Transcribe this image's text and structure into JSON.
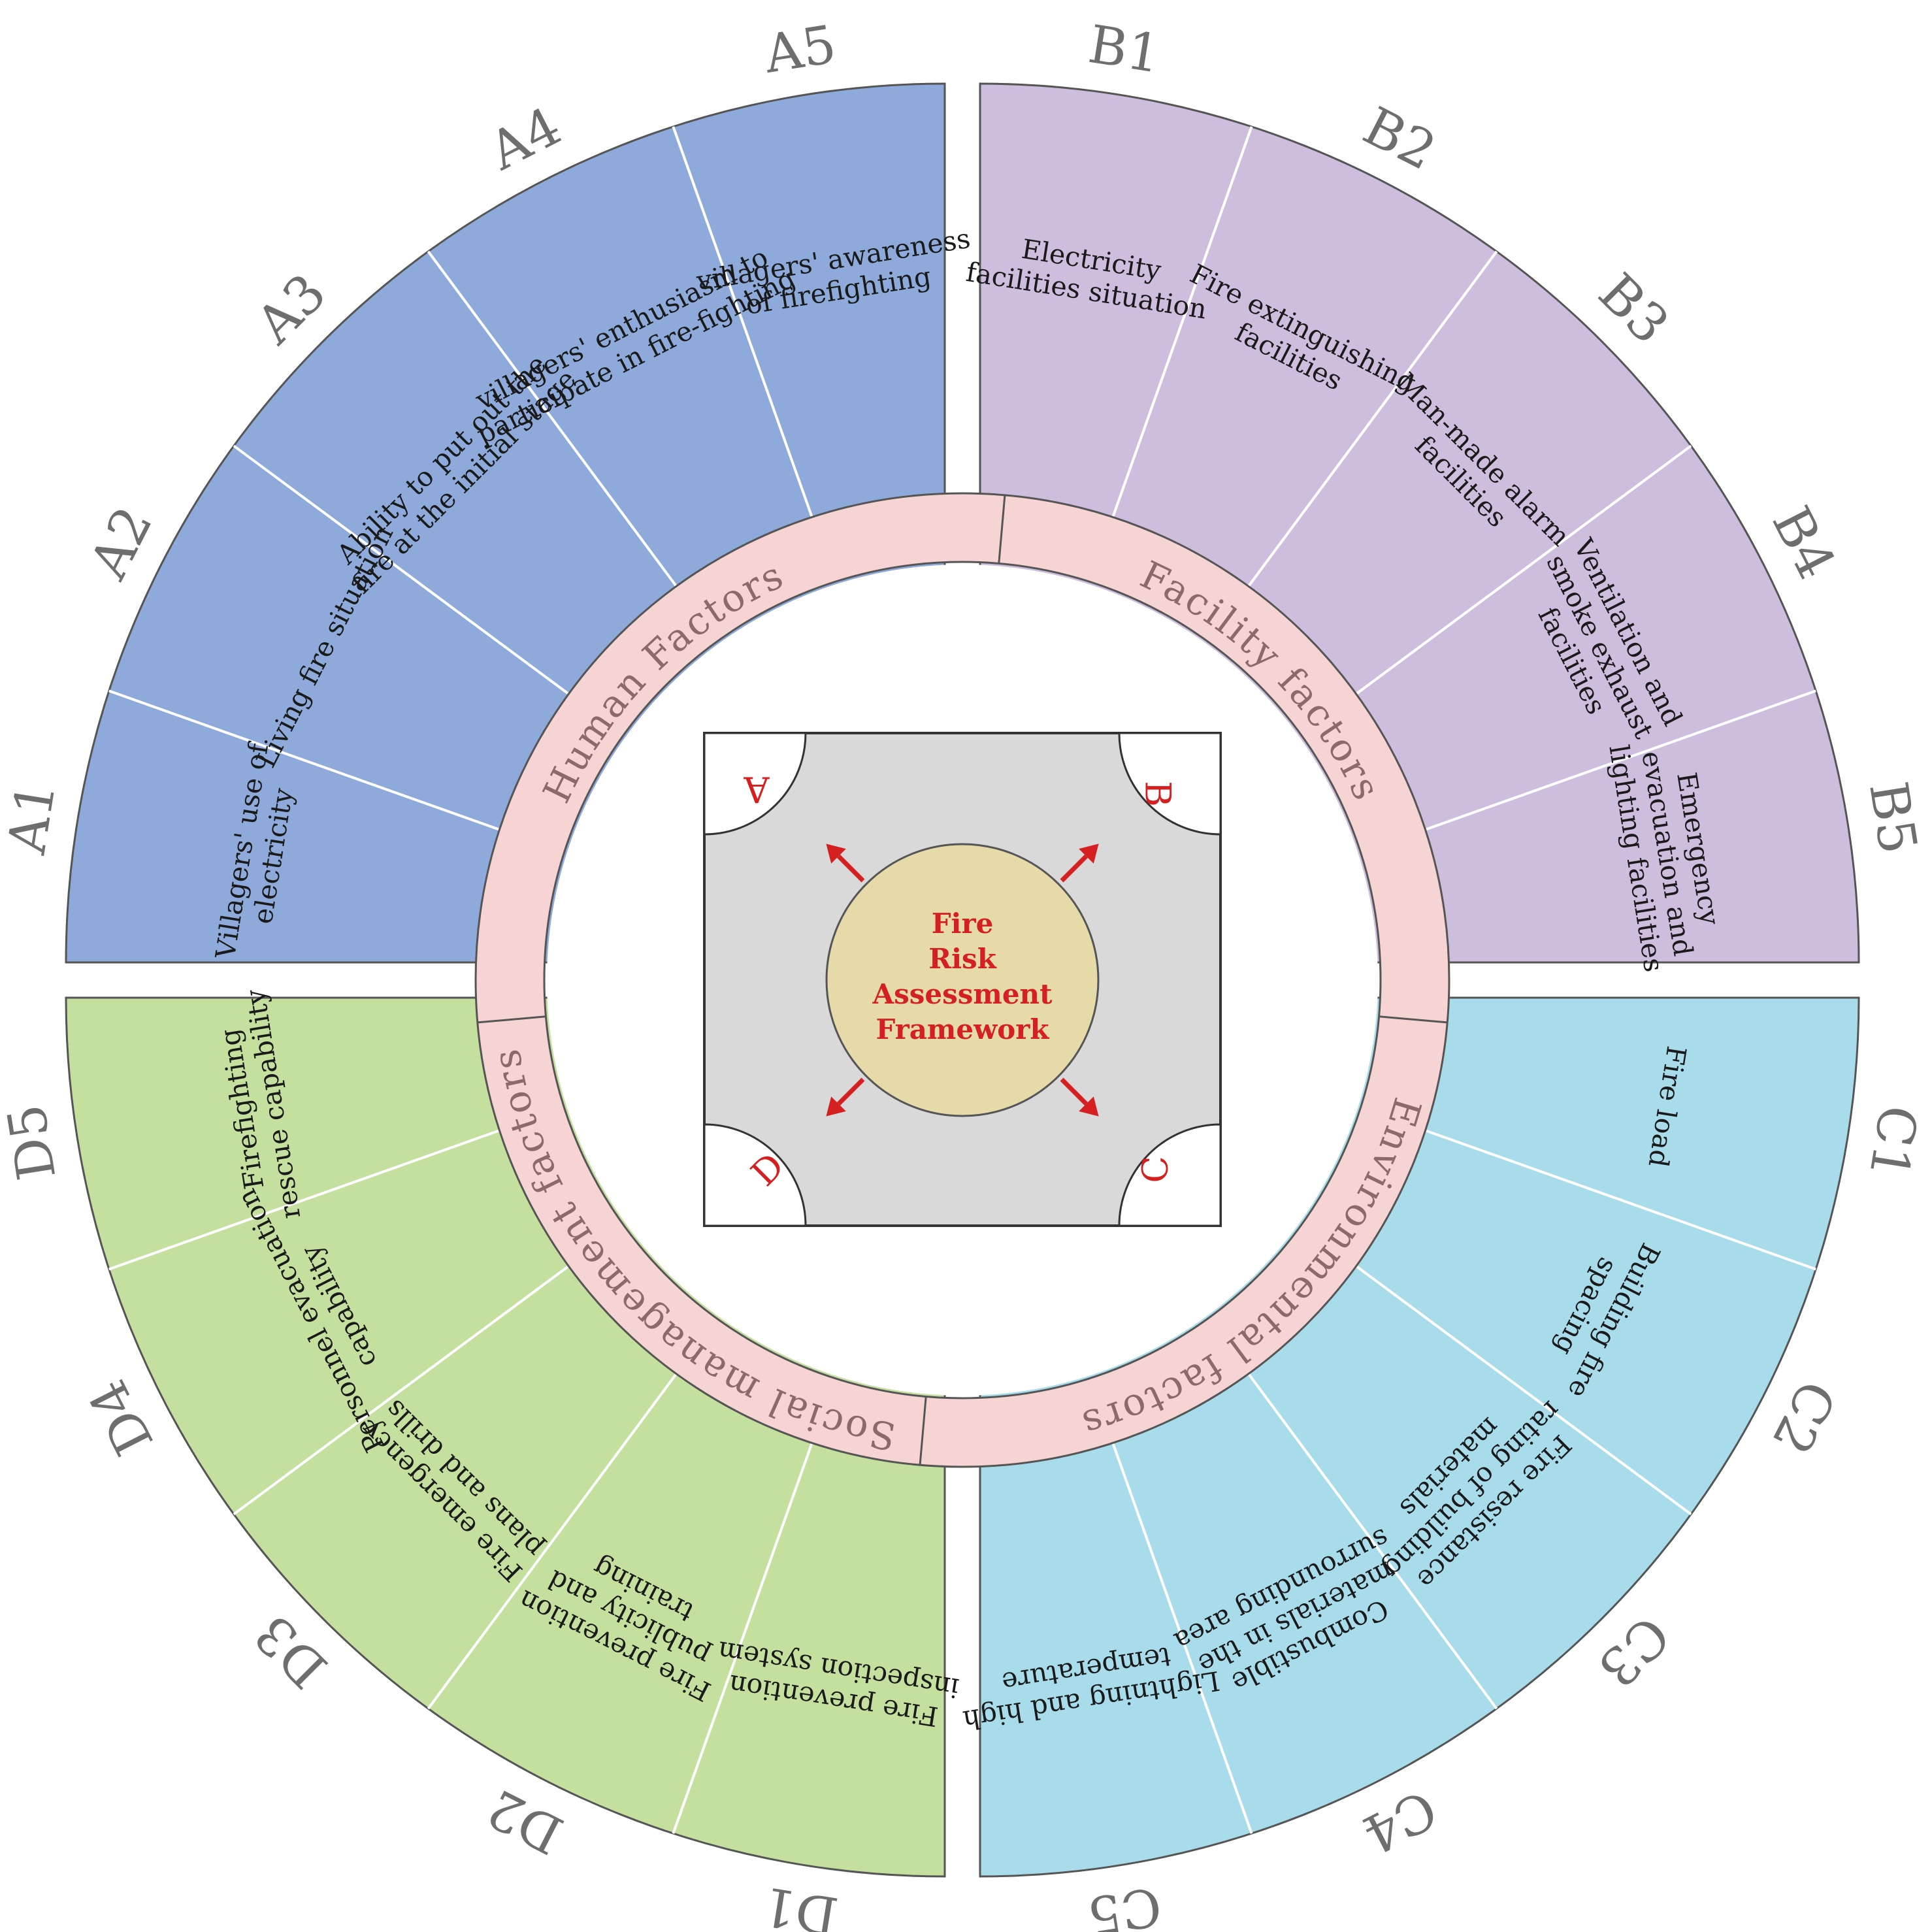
{
  "center": {
    "lines": [
      "Fire",
      "Risk",
      "Assessment",
      "Framework"
    ]
  },
  "categories": [
    {
      "id": "A",
      "label": "Human Factors",
      "color": "#8eaadb"
    },
    {
      "id": "B",
      "label": "Facility factors",
      "color": "#cdbedd"
    },
    {
      "id": "C",
      "label": "Environmental factors",
      "color": "#a8dcea"
    },
    {
      "id": "D",
      "label": "Social management factors",
      "color": "#c4df9e"
    }
  ],
  "segments": [
    {
      "code": "A1",
      "lines": [
        "Villagers' use of",
        "electricity"
      ]
    },
    {
      "code": "A2",
      "lines": [
        "Living fire situation"
      ]
    },
    {
      "code": "A3",
      "lines": [
        "Ability to put out the",
        "fire at the initial stage"
      ]
    },
    {
      "code": "A4",
      "lines": [
        "villagers' enthusiasm to",
        "participate in fire-fighting"
      ]
    },
    {
      "code": "A5",
      "lines": [
        "villagers' awareness",
        "of firefighting"
      ]
    },
    {
      "code": "B1",
      "lines": [
        "Electricity",
        "facilities situation"
      ]
    },
    {
      "code": "B2",
      "lines": [
        "Fire extinguishing",
        "facilities"
      ]
    },
    {
      "code": "B3",
      "lines": [
        "Man-made alarm",
        "facilities"
      ]
    },
    {
      "code": "B4",
      "lines": [
        "Ventilation and",
        "smoke exhaust",
        "facilities"
      ]
    },
    {
      "code": "B5",
      "lines": [
        "Emergency",
        "evacuation and",
        "lighting facilities"
      ]
    },
    {
      "code": "C1",
      "lines": [
        "Fire load"
      ]
    },
    {
      "code": "C2",
      "lines": [
        "Building fire",
        "spacing"
      ]
    },
    {
      "code": "C3",
      "lines": [
        "Fire resistance",
        "rating of building",
        "materials"
      ]
    },
    {
      "code": "C4",
      "lines": [
        "Combustible",
        "materials in the",
        "surrounding area"
      ]
    },
    {
      "code": "C5",
      "lines": [
        "Lightning and high",
        "temperature"
      ]
    },
    {
      "code": "D1",
      "lines": [
        "Fire prevention",
        "inspection system"
      ]
    },
    {
      "code": "D2",
      "lines": [
        "Fire prevention",
        "publicity and",
        "training"
      ]
    },
    {
      "code": "D3",
      "lines": [
        "Fire emergency",
        "plans and drills"
      ]
    },
    {
      "code": "D4",
      "lines": [
        "Personnel evacuation",
        "capability"
      ]
    },
    {
      "code": "D5",
      "lines": [
        "Firefighting",
        "rescue capability"
      ]
    }
  ],
  "colors": {
    "ring": "#f7d4d4",
    "square_bg": "#d9d9d9",
    "center_circle": "#e6dba8",
    "accent": "#d42020"
  }
}
